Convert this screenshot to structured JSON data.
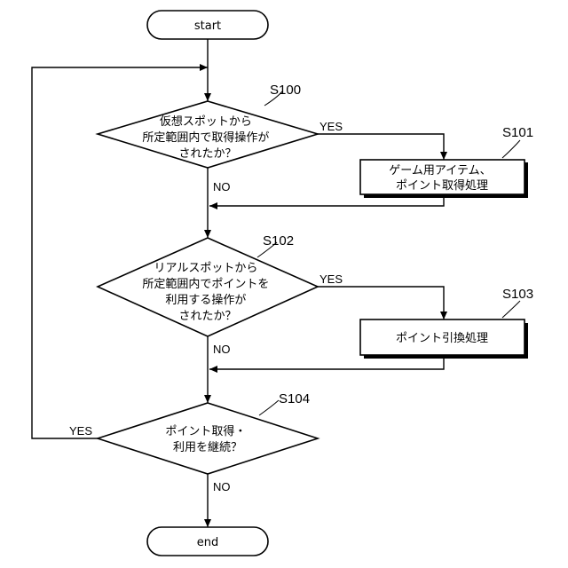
{
  "terminals": {
    "start": "start",
    "end": "end"
  },
  "steps": {
    "s100": {
      "label": "S100",
      "lines": [
        "仮想スポットから",
        "所定範囲内で取得操作が",
        "されたか？"
      ]
    },
    "s101": {
      "label": "S101",
      "lines": [
        "ゲーム用アイテム、",
        "ポイント取得処理"
      ]
    },
    "s102": {
      "label": "S102",
      "lines": [
        "リアルスポットから",
        "所定範囲内でポイントを",
        "利用する操作が",
        "されたか？"
      ]
    },
    "s103": {
      "label": "S103",
      "lines": [
        "ポイント引換処理"
      ]
    },
    "s104": {
      "label": "S104",
      "lines": [
        "ポイント取得・",
        "利用を継続？"
      ]
    }
  },
  "branches": {
    "s100_yes": "YES",
    "s100_no": "NO",
    "s102_yes": "YES",
    "s102_no": "NO",
    "s104_yes": "YES",
    "s104_no": "NO"
  }
}
